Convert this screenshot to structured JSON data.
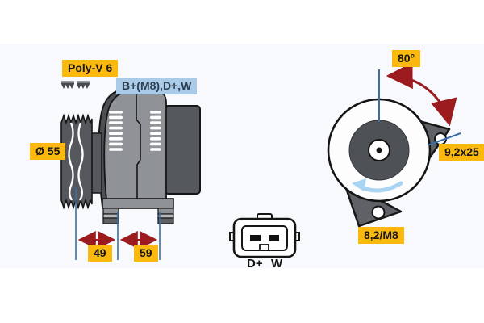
{
  "diagram_title": "alternator-technical-drawing",
  "palette": {
    "label_yellow": "#fbb90f",
    "label_blue": "#a9cbe8",
    "body_gray": "#8f9398",
    "dark_gray": "#54585c",
    "lug_gray": "#5e6266",
    "outline_black": "#161616",
    "dimension_blue": "#3a6ea5",
    "arrow_dark_red": "#9b1b1e",
    "rotation_light_blue": "#a8d4f2"
  },
  "side_view": {
    "belt_label": "Poly-V 6",
    "terminals_label": "B+(M8),D+,W",
    "pulley_diameter": "Ø 55",
    "dim_front": "49",
    "dim_rear": "59"
  },
  "connector": {
    "pins": [
      "D+",
      "W"
    ]
  },
  "front_view": {
    "swing_angle": "80°",
    "slot_size": "9,2x25",
    "hole_size": "8,2/M8"
  }
}
